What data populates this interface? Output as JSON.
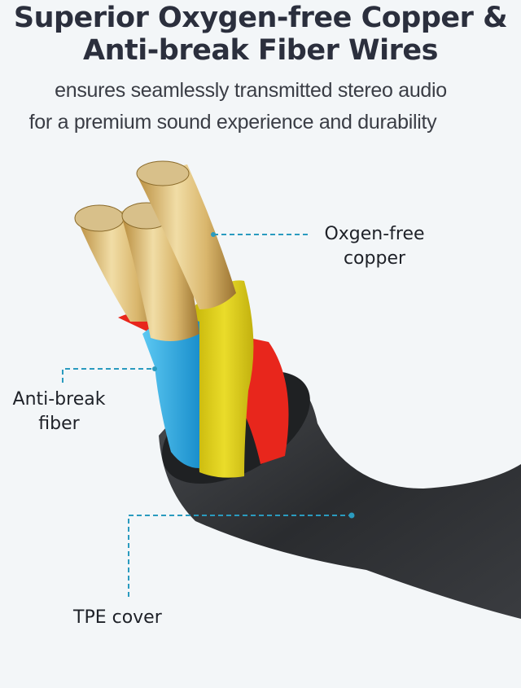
{
  "heading": {
    "line1": "Superior Oxygen-free Copper &",
    "line2": "Anti-break Fiber Wires"
  },
  "subheading": {
    "line1": "ensures seamlessly transmitted stereo audio",
    "line2": "for a premium sound experience and durability"
  },
  "callouts": {
    "copper": {
      "line1": "Oxgen-free",
      "line2": "copper"
    },
    "fiber": {
      "line1": "Anti-break",
      "line2": "fiber"
    },
    "cover": {
      "line1": "TPE cover"
    }
  },
  "colors": {
    "background": "#f3f6f8",
    "leader_line": "#2a9bbf",
    "wire_blue": "#2bb0e6",
    "wire_yellow": "#e3d21a",
    "wire_red": "#e8261c",
    "jacket": "#2e3033",
    "copper": "#e6c98a"
  }
}
